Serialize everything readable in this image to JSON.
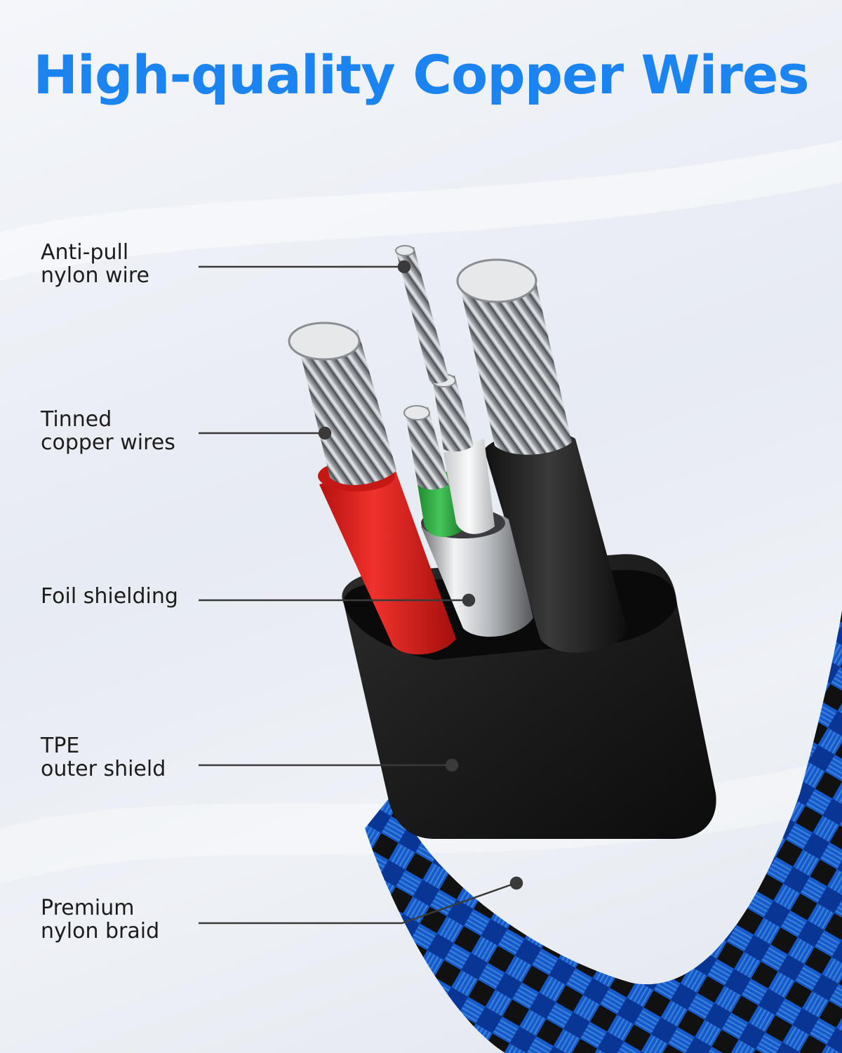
{
  "title": "High-quality Copper Wires",
  "labels": [
    {
      "line1": "Anti-pull",
      "line2": "nylon wire"
    },
    {
      "line1": "Tinned",
      "line2": "copper wires"
    },
    {
      "line1": "Foil shielding",
      "line2": ""
    },
    {
      "line1": "TPE",
      "line2": "outer shield"
    },
    {
      "line1": "Premium",
      "line2": "nylon braid"
    }
  ],
  "colors": {
    "title": "#1b84f0",
    "red_insulation": "#e0231f",
    "green_insulation": "#36b54a",
    "braid_blue": "#1565e8",
    "jacket_black": "#1a1a1a"
  }
}
